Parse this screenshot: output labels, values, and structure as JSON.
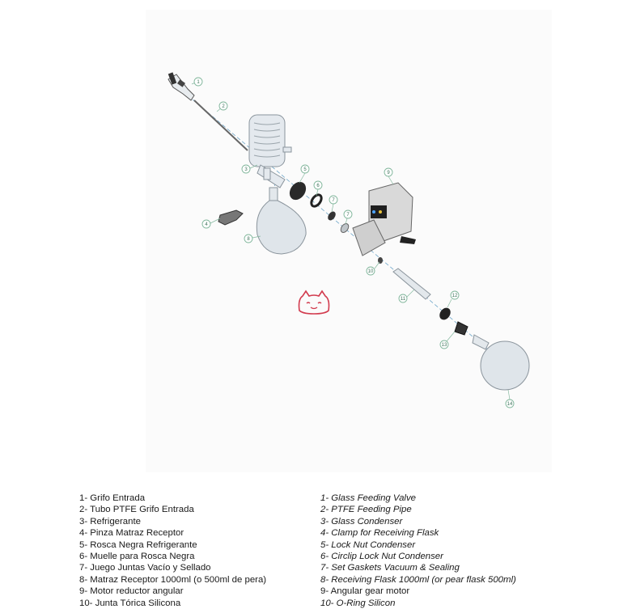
{
  "diagram": {
    "callouts": [
      "1",
      "2",
      "3",
      "4",
      "5",
      "6",
      "7",
      "7",
      "8",
      "9",
      "10",
      "11",
      "12",
      "13",
      "14"
    ],
    "colors": {
      "callout": "#3b6f58",
      "glass": "#dfe6ec",
      "dark_part": "#2a2a2a",
      "motor_body": "#d9d9d9",
      "watermark": "#d23b4e"
    }
  },
  "legend_es": [
    "1- Grifo Entrada",
    "2- Tubo PTFE Grifo Entrada",
    "3- Refrigerante",
    "4- Pinza Matraz Receptor",
    "5- Rosca Negra Refrigerante",
    "6- Muelle para Rosca Negra",
    "7- Juego Juntas Vacío y Sellado",
    "8- Matraz Receptor 1000ml (o 500ml de pera)",
    "9- Motor reductor angular",
    "10- Junta Tórica Silicona"
  ],
  "legend_en": [
    "1-  Glass Feeding Valve",
    "2-  PTFE Feeding Pipe",
    "3-  Glass Condenser",
    "4-  Clamp for Receiving Flask",
    "5-  Lock Nut Condenser",
    "6-  Circlip Lock Nut Condenser",
    "7-  Set Gaskets Vacuum & Sealing",
    "8-  Receiving Flask 1000ml (or pear flask 500ml)",
    "9- Angular gear motor",
    "10- O-Ring Silicon"
  ]
}
